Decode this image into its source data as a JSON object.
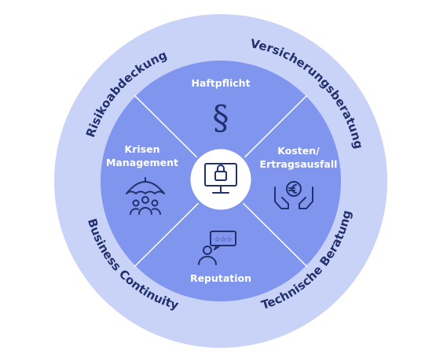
{
  "colors": {
    "outer_ring": "#c9d2f7",
    "inner_circle": "#7f95ee",
    "center_circle": "#ffffff",
    "text_dark": "#22306e",
    "text_light": "#ffffff",
    "divider": "#ffffff"
  },
  "outer_ring": {
    "top_left": "Risikoabdeckung",
    "top_right": "Versicherungsberatung",
    "bottom_left": "Business Continuity",
    "bottom_right": "Technische Beratung"
  },
  "segments": {
    "top": {
      "label": "Haftpflicht",
      "icon": "paragraph-icon"
    },
    "left": {
      "label_line1": "Krisen",
      "label_line2": "Management",
      "icon": "umbrella-people-icon"
    },
    "right": {
      "label_line1": "Kosten/",
      "label_line2": "Ertragsausfall",
      "icon": "euro-hands-icon"
    },
    "bottom": {
      "label": "Reputation",
      "icon": "rating-person-icon"
    }
  },
  "center": {
    "icon": "monitor-lock-icon"
  }
}
